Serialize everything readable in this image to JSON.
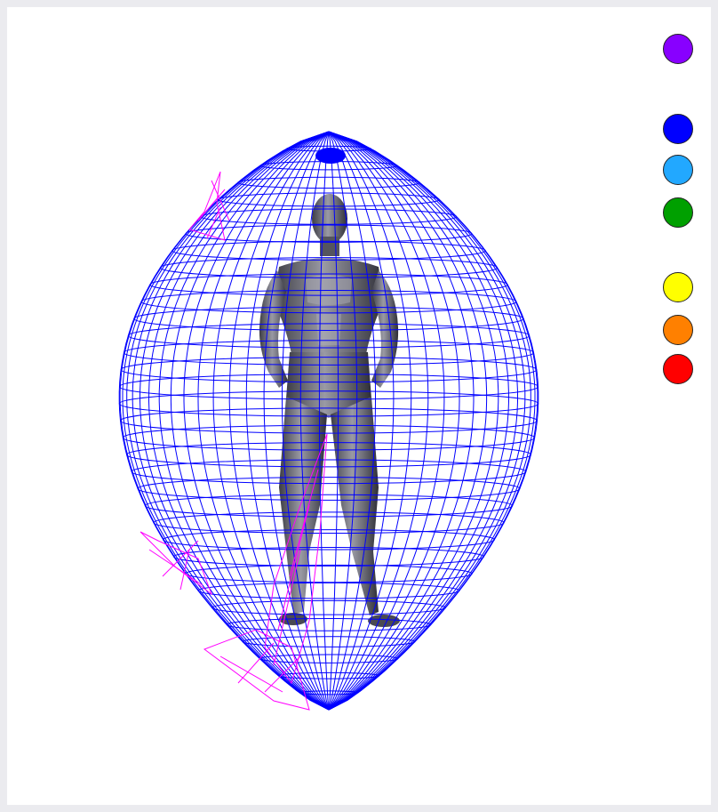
{
  "scene": {
    "wireframe_color": "#0000ff",
    "deformation_color": "#ff00ff",
    "figure_color": "#5c5c66"
  },
  "color_buttons": [
    {
      "name": "violet",
      "color": "#8800ff"
    },
    {
      "name": "blue",
      "color": "#0000ff"
    },
    {
      "name": "light-blue",
      "color": "#22a8ff"
    },
    {
      "name": "green",
      "color": "#00a000"
    },
    {
      "name": "yellow",
      "color": "#ffff00"
    },
    {
      "name": "orange",
      "color": "#ff8000"
    },
    {
      "name": "red",
      "color": "#ff0000"
    }
  ]
}
